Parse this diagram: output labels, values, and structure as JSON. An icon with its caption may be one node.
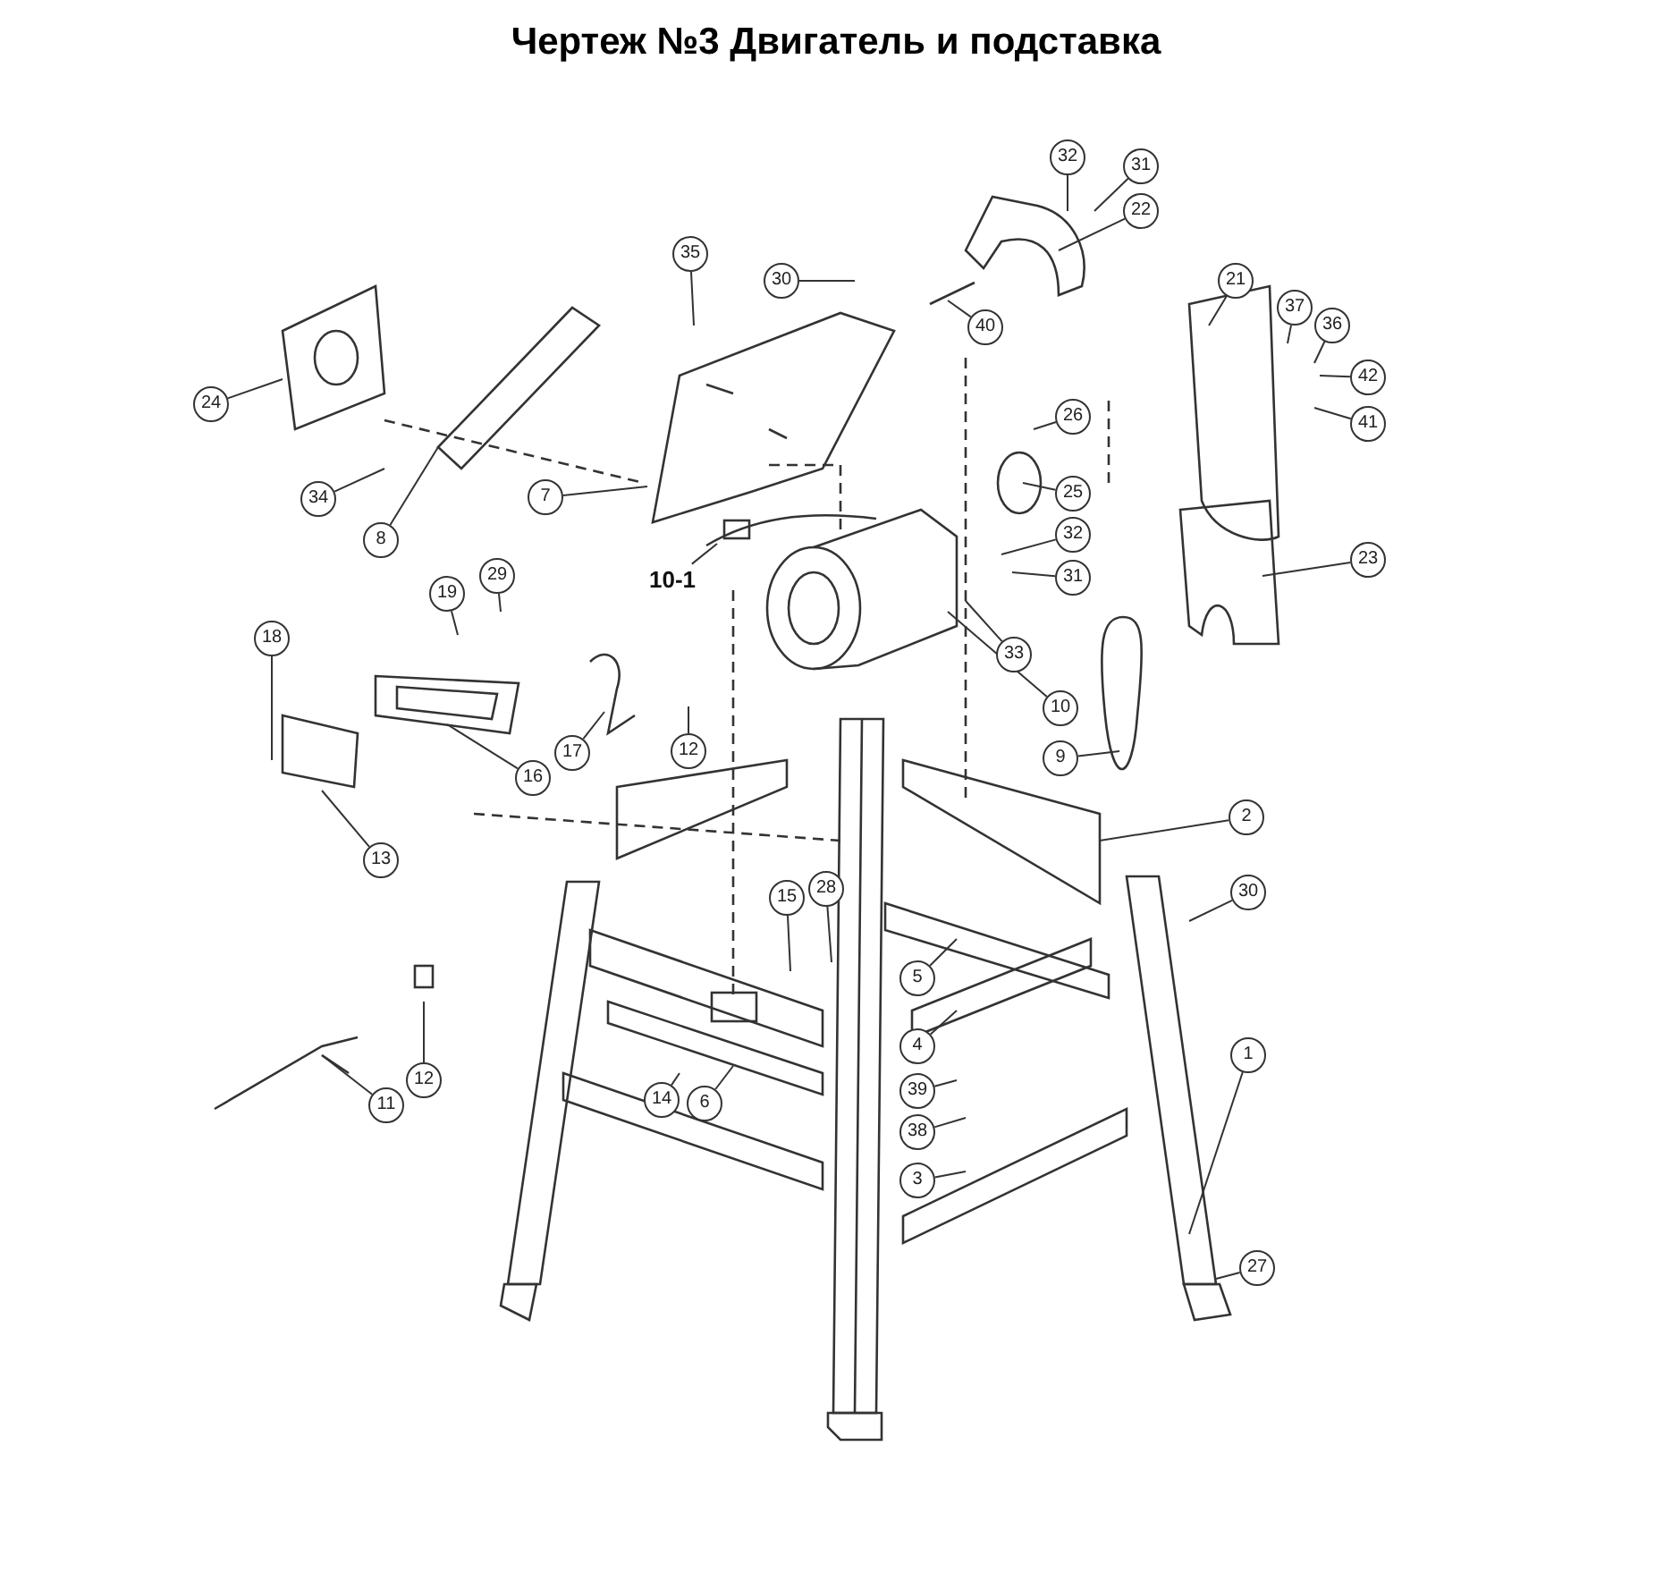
{
  "diagram": {
    "title": "Чертеж №3 Двигатель и подставка",
    "nodes": [
      {
        "text": [
          "32"
        ]
      },
      {
        "text": [
          "31"
        ]
      },
      {
        "text": [
          "22"
        ]
      },
      {
        "text": [
          "35"
        ]
      },
      {
        "text": [
          "30"
        ]
      },
      {
        "text": [
          "21"
        ]
      },
      {
        "text": [
          "37"
        ]
      },
      {
        "text": [
          "36"
        ]
      },
      {
        "text": [
          "40"
        ]
      },
      {
        "text": [
          "42"
        ]
      },
      {
        "text": [
          "24"
        ]
      },
      {
        "text": [
          "26"
        ]
      },
      {
        "text": [
          "41"
        ]
      },
      {
        "text": [
          "25"
        ]
      },
      {
        "text": [
          "7"
        ]
      },
      {
        "text": [
          "34"
        ]
      },
      {
        "text": [
          "32"
        ]
      },
      {
        "text": [
          "8"
        ]
      },
      {
        "text": [
          "23"
        ]
      },
      {
        "text": [
          "10-1"
        ]
      },
      {
        "text": [
          "29"
        ]
      },
      {
        "text": [
          "31"
        ]
      },
      {
        "text": [
          "19"
        ]
      },
      {
        "text": [
          "18"
        ]
      },
      {
        "text": [
          "33"
        ]
      },
      {
        "text": [
          "10"
        ]
      },
      {
        "text": [
          "17"
        ]
      },
      {
        "text": [
          "12"
        ]
      },
      {
        "text": [
          "9"
        ]
      },
      {
        "text": [
          "16"
        ]
      },
      {
        "text": [
          "2"
        ]
      },
      {
        "text": [
          "13"
        ]
      },
      {
        "text": [
          "28"
        ]
      },
      {
        "text": [
          "30"
        ]
      },
      {
        "text": [
          "15"
        ]
      },
      {
        "text": [
          "5"
        ]
      },
      {
        "text": [
          "4"
        ]
      },
      {
        "text": [
          "1"
        ]
      },
      {
        "text": [
          "12"
        ]
      },
      {
        "text": [
          "39"
        ]
      },
      {
        "text": [
          "14"
        ]
      },
      {
        "text": [
          "6"
        ]
      },
      {
        "text": [
          "11"
        ]
      },
      {
        "text": [
          "38"
        ]
      },
      {
        "text": [
          "3"
        ]
      },
      {
        "text": [
          "27"
        ]
      }
    ],
    "edges": [
      {
        "from": 0,
        "to": null,
        "arrow": "none"
      },
      {
        "from": 1,
        "to": null,
        "arrow": "none"
      },
      {
        "from": 2,
        "to": null,
        "arrow": "none"
      },
      {
        "from": 3,
        "to": null,
        "arrow": "none"
      },
      {
        "from": 4,
        "to": null,
        "arrow": "none"
      },
      {
        "from": 5,
        "to": null,
        "arrow": "none"
      },
      {
        "from": 6,
        "to": null,
        "arrow": "none"
      },
      {
        "from": 7,
        "to": null,
        "arrow": "none"
      },
      {
        "from": 8,
        "to": null,
        "arrow": "none"
      },
      {
        "from": 9,
        "to": null,
        "arrow": "none"
      },
      {
        "from": 10,
        "to": null,
        "arrow": "none"
      },
      {
        "from": 11,
        "to": null,
        "arrow": "none"
      },
      {
        "from": 12,
        "to": null,
        "arrow": "none"
      },
      {
        "from": 13,
        "to": null,
        "arrow": "none"
      },
      {
        "from": 14,
        "to": null,
        "arrow": "none"
      },
      {
        "from": 15,
        "to": null,
        "arrow": "none"
      },
      {
        "from": 16,
        "to": null,
        "arrow": "none"
      },
      {
        "from": 17,
        "to": null,
        "arrow": "none"
      },
      {
        "from": 18,
        "to": null,
        "arrow": "none"
      },
      {
        "from": 19,
        "to": null,
        "arrow": "none"
      },
      {
        "from": 20,
        "to": null,
        "arrow": "none"
      },
      {
        "from": 21,
        "to": null,
        "arrow": "none"
      },
      {
        "from": 22,
        "to": null,
        "arrow": "none"
      },
      {
        "from": 23,
        "to": null,
        "arrow": "none"
      },
      {
        "from": 24,
        "to": null,
        "arrow": "none"
      },
      {
        "from": 25,
        "to": null,
        "arrow": "none"
      },
      {
        "from": 26,
        "to": null,
        "arrow": "none"
      },
      {
        "from": 27,
        "to": null,
        "arrow": "none"
      },
      {
        "from": 28,
        "to": null,
        "arrow": "none"
      },
      {
        "from": 29,
        "to": null,
        "arrow": "none"
      },
      {
        "from": 30,
        "to": null,
        "arrow": "none"
      },
      {
        "from": 31,
        "to": null,
        "arrow": "none"
      },
      {
        "from": 32,
        "to": null,
        "arrow": "none"
      },
      {
        "from": 33,
        "to": null,
        "arrow": "none"
      },
      {
        "from": 34,
        "to": null,
        "arrow": "none"
      },
      {
        "from": 35,
        "to": null,
        "arrow": "none"
      },
      {
        "from": 36,
        "to": null,
        "arrow": "none"
      },
      {
        "from": 37,
        "to": null,
        "arrow": "none"
      },
      {
        "from": 38,
        "to": null,
        "arrow": "none"
      },
      {
        "from": 39,
        "to": null,
        "arrow": "none"
      },
      {
        "from": 40,
        "to": null,
        "arrow": "none"
      },
      {
        "from": 41,
        "to": null,
        "arrow": "none"
      },
      {
        "from": 42,
        "to": null,
        "arrow": "none"
      },
      {
        "from": 43,
        "to": null,
        "arrow": "none"
      },
      {
        "from": 44,
        "to": null,
        "arrow": "none"
      },
      {
        "from": 45,
        "to": null,
        "arrow": "none"
      }
    ]
  }
}
